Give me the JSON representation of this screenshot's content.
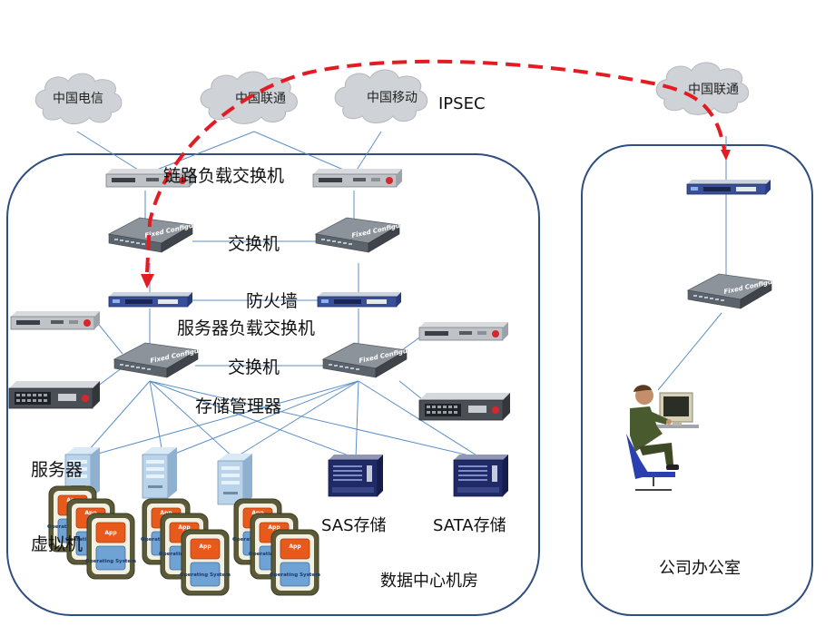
{
  "clouds": {
    "telecom": "中国电信",
    "unicom": "中国联通",
    "mobile": "中国移动",
    "unicom_office": "中国联通"
  },
  "vpn_label": "IPSEC",
  "datacenter": {
    "title": "数据中心机房",
    "link_lb_label": "链路负载交换机",
    "switch_label_1": "交换机",
    "firewall_label": "防火墙",
    "server_lb_label": "服务器负载交换机",
    "switch_label_2": "交换机",
    "storage_mgr_label": "存储管理器",
    "servers_label": "服务器",
    "vm_label": "虚拟机",
    "sas_label": "SAS存储",
    "sata_label": "SATA存储"
  },
  "office": {
    "title": "公司办公室"
  },
  "devices": {
    "switch_text": "Fixed Configuration",
    "app_text": "App",
    "os_text": "Operating System"
  },
  "colors": {
    "vpn_path": "#e31b23",
    "container_border": "#2f4f7f",
    "link_line": "#5b8fc7",
    "cloud_fill": "#cfd2d6",
    "vm_orange": "#e85a1b",
    "vm_blue": "#6fa3d6"
  }
}
